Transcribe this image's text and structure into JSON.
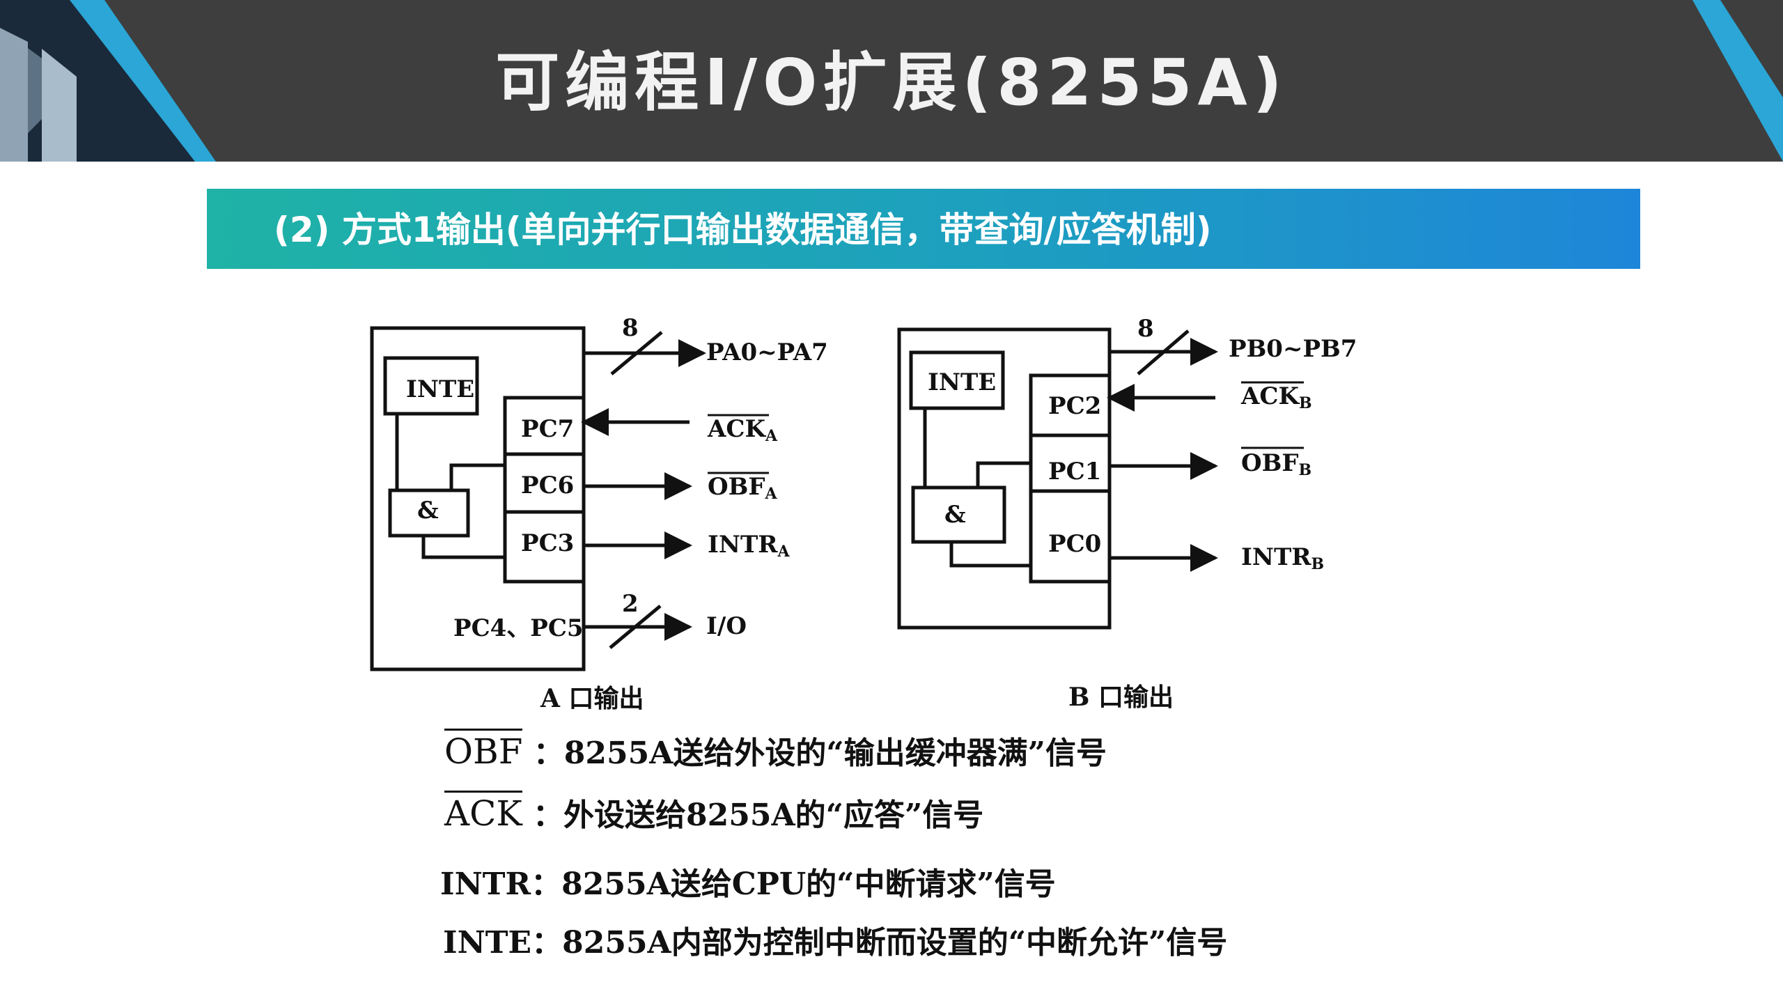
{
  "header": {
    "title": "可编程I/O扩展(8255A)"
  },
  "banner": {
    "text": "(2)  方式1输出(单向并行口输出数据通信，带查询/应答机制)"
  },
  "diagram_a": {
    "inte": "INTE",
    "and_gate": "&",
    "pc7": "PC7",
    "pc6": "PC6",
    "pc3": "PC3",
    "pc45": "PC4、PC5",
    "bus_width": "8",
    "bus_label": "PA0~PA7",
    "ack": "ACK",
    "ack_sub": "A",
    "obf": "OBF",
    "obf_sub": "A",
    "intr": "INTR",
    "intr_sub": "A",
    "io_width": "2",
    "io_label": "I/O",
    "caption": "A 口输出"
  },
  "diagram_b": {
    "inte": "INTE",
    "and_gate": "&",
    "pc2": "PC2",
    "pc1": "PC1",
    "pc0": "PC0",
    "bus_width": "8",
    "bus_label": "PB0~PB7",
    "ack": "ACK",
    "ack_sub": "B",
    "obf": "OBF",
    "obf_sub": "B",
    "intr": "INTR",
    "intr_sub": "B",
    "caption": "B 口输出"
  },
  "definitions": [
    {
      "term": "OBF",
      "text": "：8255A送给外设的“输出缓冲器满”信号"
    },
    {
      "term": "ACK",
      "text": "：外设送给8255A的“应答”信号"
    },
    {
      "term": "INTR：",
      "text": "8255A送给CPU的“中断请求”信号"
    },
    {
      "term": "INTE：",
      "text": "8255A内部为控制中断而设置的“中断允许”信号"
    }
  ],
  "colors": {
    "header_bg": "#3e3e3e",
    "banner_start": "#1fb2a6",
    "banner_end": "#1e86d8",
    "accent": "#1ea4d8"
  }
}
